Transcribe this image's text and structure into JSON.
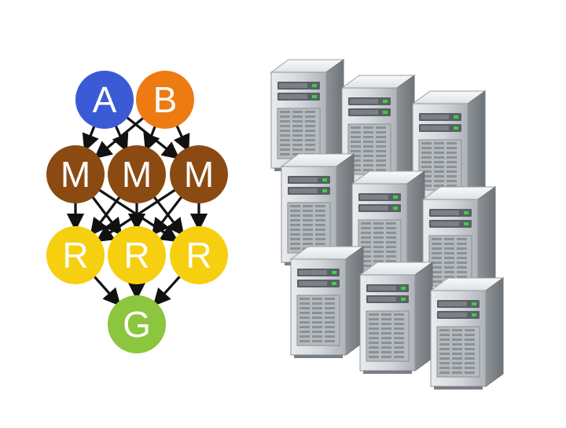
{
  "diagram": {
    "nodes": [
      {
        "id": "A",
        "label": "A",
        "color": "#3b5bd6",
        "group": "input"
      },
      {
        "id": "B",
        "label": "B",
        "color": "#ee7a12",
        "group": "input"
      },
      {
        "id": "M1",
        "label": "M",
        "color": "#8a4a12",
        "group": "map"
      },
      {
        "id": "M2",
        "label": "M",
        "color": "#8a4a12",
        "group": "map"
      },
      {
        "id": "M3",
        "label": "M",
        "color": "#8a4a12",
        "group": "map"
      },
      {
        "id": "R1",
        "label": "R",
        "color": "#f6cf10",
        "group": "reduce"
      },
      {
        "id": "R2",
        "label": "R",
        "color": "#f6cf10",
        "group": "reduce"
      },
      {
        "id": "R3",
        "label": "R",
        "color": "#f6cf10",
        "group": "reduce"
      },
      {
        "id": "G",
        "label": "G",
        "color": "#8cc53e",
        "group": "output"
      }
    ],
    "edges": [
      [
        "A",
        "M1"
      ],
      [
        "A",
        "M2"
      ],
      [
        "A",
        "M3"
      ],
      [
        "B",
        "M1"
      ],
      [
        "B",
        "M2"
      ],
      [
        "B",
        "M3"
      ],
      [
        "M1",
        "R1"
      ],
      [
        "M1",
        "R2"
      ],
      [
        "M1",
        "R3"
      ],
      [
        "M2",
        "R1"
      ],
      [
        "M2",
        "R2"
      ],
      [
        "M2",
        "R3"
      ],
      [
        "M3",
        "R1"
      ],
      [
        "M3",
        "R2"
      ],
      [
        "M3",
        "R3"
      ],
      [
        "R1",
        "G"
      ],
      [
        "R2",
        "G"
      ],
      [
        "R3",
        "G"
      ]
    ],
    "edge_color": "#111111",
    "label_color": "#ffffff",
    "server_count": 9,
    "server_icon": "server-tower-icon"
  }
}
